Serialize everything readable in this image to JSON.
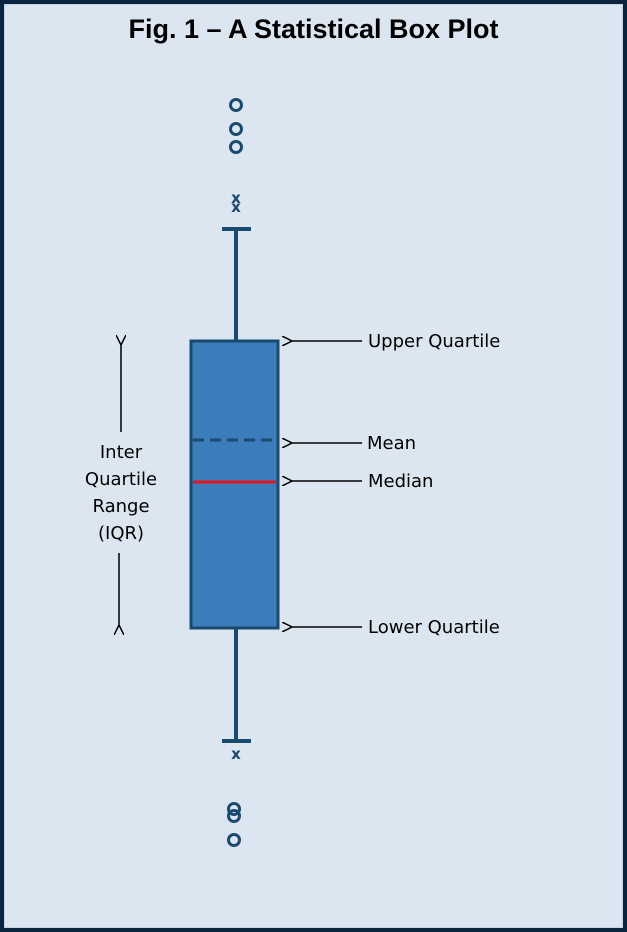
{
  "title": "Fig. 1 – A Statistical Box Plot",
  "labels": {
    "upper_quartile": "Upper Quartile",
    "mean": "Mean",
    "median": "Median",
    "lower_quartile": "Lower Quartile",
    "iqr_line1": "Inter",
    "iqr_line2": "Quartile",
    "iqr_line3": "Range",
    "iqr_line4": "(IQR)"
  },
  "markers": {
    "extreme": "x"
  },
  "colors": {
    "frame": "#0b2540",
    "background": "#dce6f1",
    "box_fill": "#3a7dba",
    "outline": "#1a4a6e",
    "median": "#e8141c",
    "arrow": "#000000"
  }
}
